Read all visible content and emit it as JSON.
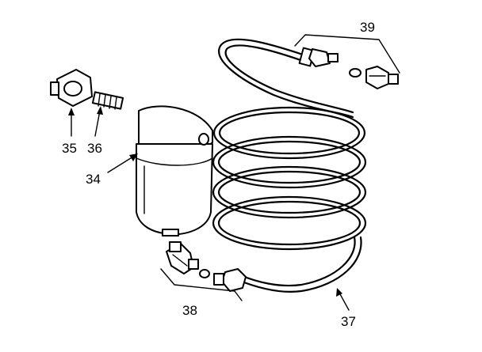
{
  "callouts": {
    "p34": "34",
    "p35": "35",
    "p36": "36",
    "p37": "37",
    "p38": "38",
    "p39": "39"
  },
  "colors": {
    "ink": "#000000",
    "paper": "#ffffff"
  }
}
